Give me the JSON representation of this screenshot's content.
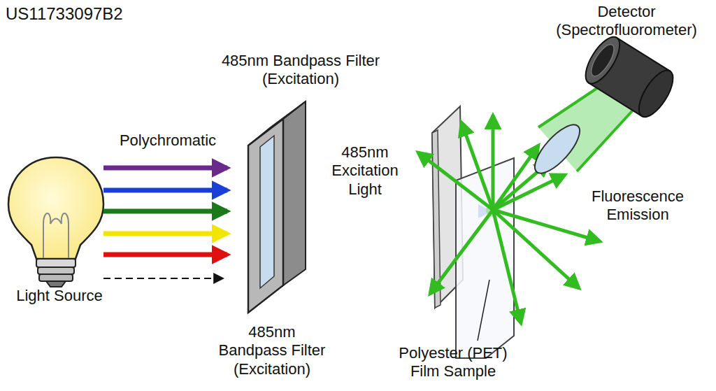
{
  "diagram": {
    "title": "US11733097B2",
    "labels": [
      "Polychromatic",
      "Light Source",
      "485nm Bandpass Filter (Excitation)",
      "485nm Bandpass Filter (Excitation)",
      "485nm Excitation Light",
      "Detector (Spectrofluorometer)",
      "Fluorescence Emission",
      "Polyester (PET) Film Sample"
    ]
  }
}
